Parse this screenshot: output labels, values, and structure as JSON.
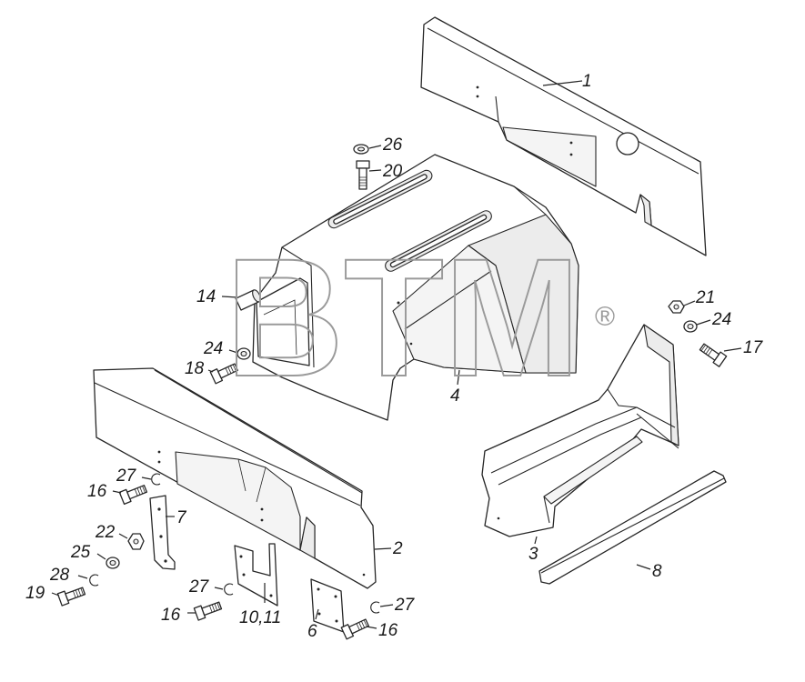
{
  "watermark": {
    "text": "BTM",
    "registered": "®"
  },
  "callouts": [
    {
      "text": "1"
    },
    {
      "text": "26"
    },
    {
      "text": "20"
    },
    {
      "text": "4"
    },
    {
      "text": "14"
    },
    {
      "text": "24"
    },
    {
      "text": "18"
    },
    {
      "text": "21"
    },
    {
      "text": "24"
    },
    {
      "text": "17"
    },
    {
      "text": "27"
    },
    {
      "text": "16"
    },
    {
      "text": "7"
    },
    {
      "text": "22"
    },
    {
      "text": "25"
    },
    {
      "text": "28"
    },
    {
      "text": "19"
    },
    {
      "text": "2"
    },
    {
      "text": "27"
    },
    {
      "text": "16"
    },
    {
      "text": "10,11"
    },
    {
      "text": "6"
    },
    {
      "text": "27"
    },
    {
      "text": "16"
    },
    {
      "text": "3"
    },
    {
      "text": "8"
    }
  ]
}
